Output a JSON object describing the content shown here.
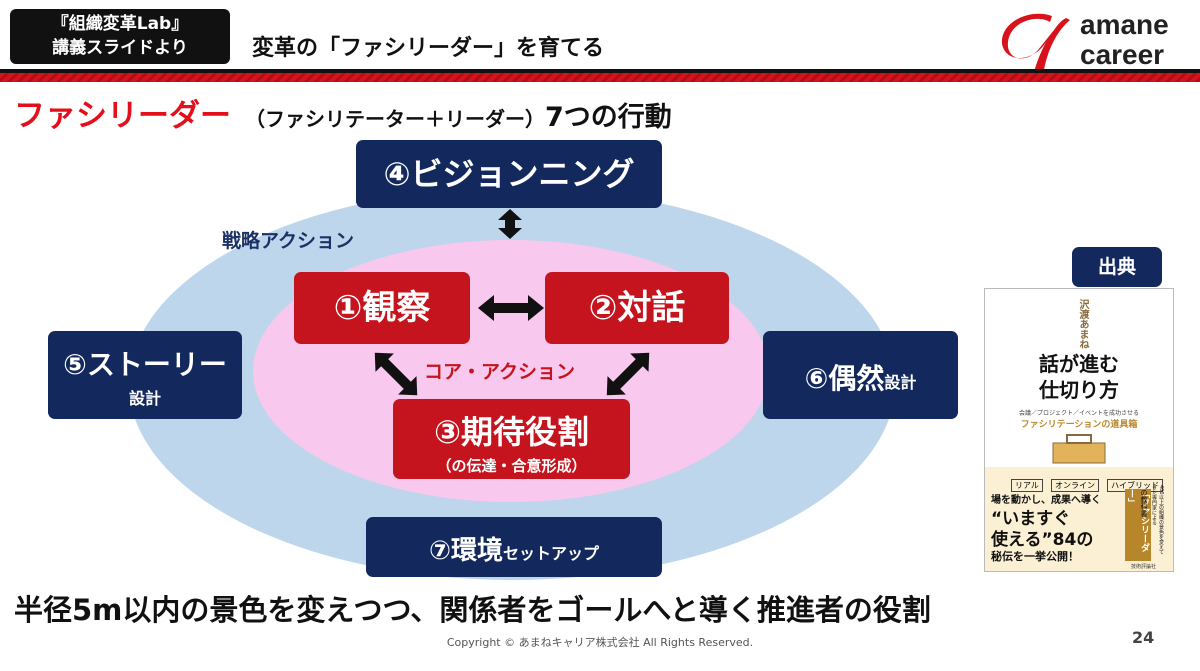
{
  "header": {
    "source_tag_line1": "『組織変革Lab』",
    "source_tag_line2": "講義スライドより",
    "title": "変革の「ファシリーダー」を育てる",
    "brand_line1": "amane",
    "brand_line2": "career"
  },
  "headline": {
    "term": "ファシリーダー",
    "definition": "（ファシリテーター＋リーダー）",
    "subject": "7つの行動"
  },
  "diagram": {
    "strategy_label": "戦略アクション",
    "core_label": "コア・アクション",
    "vision": "④ビジョンニング",
    "story_main": "⑤ストーリー",
    "story_sub": "設計",
    "chance_main": "⑥偶然",
    "chance_sub": "設計",
    "env_main": "⑦環境",
    "env_sub": "セットアップ",
    "observe": "①観察",
    "dialogue": "②対話",
    "expect_main": "③期待役割",
    "expect_sub": "（の伝達・合意形成）"
  },
  "reference": {
    "badge": "出典",
    "book_author": "沢渡あまね",
    "book_title_line1": "話が進む",
    "book_title_line2": "仕切り方",
    "book_subtitle": "会議／プロジェクト／イベントを成功させる",
    "book_subtitle2": "ファシリテーションの道具箱",
    "book_tags": [
      "リアル",
      "オンライン",
      "ハイブリッド"
    ],
    "book_copy1": "場を動かし、成果へ導く",
    "book_copy2": "“いますぐ",
    "book_copy3": "使える”84の",
    "book_copy4": "秘伝を一挙公開！",
    "book_side": "「ファシリーダー」",
    "book_side2": "の教科書",
    "book_side3": "400以上の組織の景色を変えてきた専門家による",
    "book_publisher": "技術評論社"
  },
  "footer": {
    "tagline": "半径5m以内の景色を変えつつ、関係者をゴールへと導く推進者の役割",
    "copyright": "Copyright © あまねキャリア株式会社  All Rights Reserved.",
    "page_number": "24"
  },
  "colors": {
    "brand_red": "#e3101b",
    "navy": "#13295e",
    "crimson": "#c5141d",
    "outer_ellipse": "#bed6ec",
    "inner_ellipse": "#f8c8ee"
  }
}
